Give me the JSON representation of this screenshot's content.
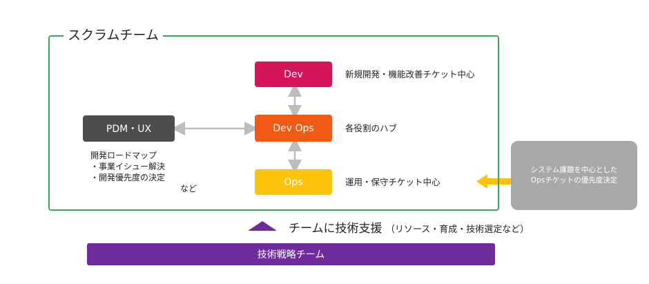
{
  "scrum_team": {
    "title": "スクラムチーム"
  },
  "dev": {
    "label": "Dev",
    "description": "新規開発・機能改善チケット中心"
  },
  "devops": {
    "label": "Dev Ops",
    "description": "各役割のハブ"
  },
  "ops": {
    "label": "Ops",
    "description": "運用・保守チケット中心"
  },
  "pdm": {
    "label": "PDM・UX",
    "list": [
      "開発ロードマップ",
      "・事業イシュー解決",
      "・開発優先度の決定",
      "など"
    ]
  },
  "system_box": {
    "lines": [
      "システム課題を中心とした",
      "Opsチケットの優先度決定"
    ]
  },
  "support": {
    "main": "チームに技術支援",
    "sub": "（リソース・育成・技術選定など）"
  },
  "tech_team": {
    "label": "技術戦略チーム"
  },
  "colors": {
    "frame": "#3aa65a",
    "dev": "#d6145a",
    "devops": "#f05a14",
    "ops": "#fdc20a",
    "pdm": "#4d4d4d",
    "system_box": "#a8a8a8",
    "arrow_gray": "#bdbdbd",
    "arrow_yellow": "#fdc20a",
    "tech_team": "#6f2c9c"
  }
}
